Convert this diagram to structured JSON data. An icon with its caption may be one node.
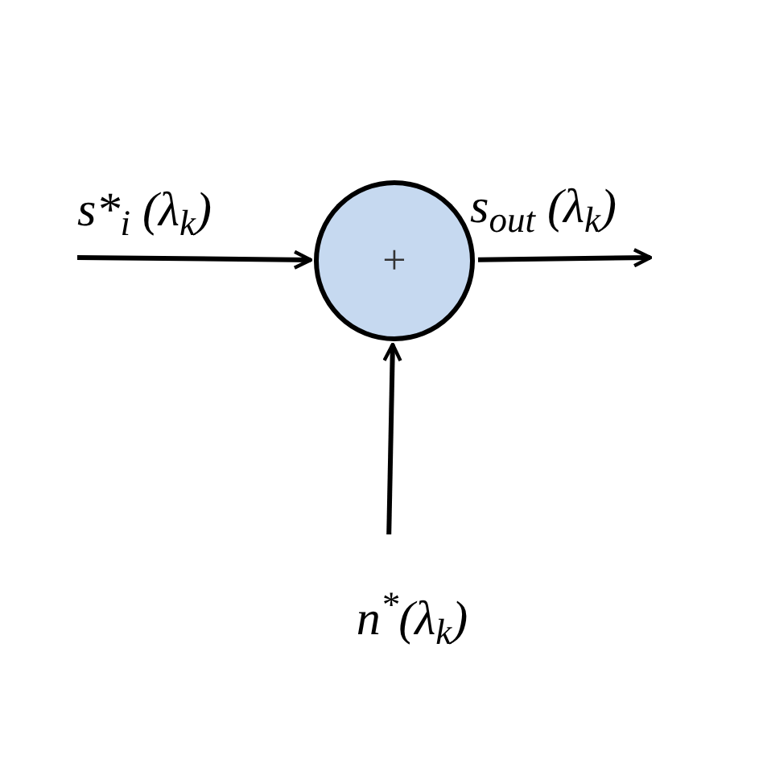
{
  "diagram": {
    "nodes": [
      {
        "text": [
          "s*$_{i}$ (λ$_{k}$)"
        ]
      },
      {
        "text": [
          "+"
        ]
      },
      {
        "text": [
          "s$_{out}$ (λ$_{k}$)"
        ]
      },
      {
        "text": [
          "n$^{*}$(λ$_{k}$)"
        ]
      }
    ],
    "edges": [
      {
        "from": 0,
        "to": 1,
        "arrow": "to"
      },
      {
        "from": 1,
        "to": 2,
        "arrow": "to"
      },
      {
        "from": 3,
        "to": 1,
        "arrow": "to"
      }
    ]
  }
}
